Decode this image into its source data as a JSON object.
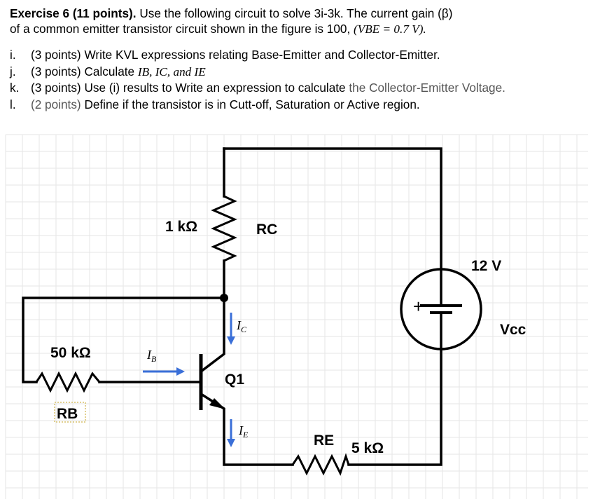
{
  "exercise": {
    "title_bold": "Exercise 6 (11 points).",
    "title_rest": "Use the following circuit to solve 3i-3k. The current gain (β)",
    "line2_text": "of a common emitter transistor circuit shown in the figure is 100,",
    "line2_math": "(VBE = 0.7 V)."
  },
  "questions": [
    {
      "marker": "i.",
      "points": "(3 points)",
      "text": "Write KVL expressions relating Base-Emitter and Collector-Emitter.",
      "math": ""
    },
    {
      "marker": "j.",
      "points": "(3 points)",
      "text": "Calculate",
      "math": "IB, IC, and IE"
    },
    {
      "marker": "k.",
      "points": "(3 points)",
      "text": "Use (i) results to Write an expression to calculate",
      "text2": "the Collector-Emitter Voltage.",
      "math": ""
    },
    {
      "marker": "l.",
      "points": "(2 points)",
      "text": "Define if the transistor is in Cutt-off, Saturation or Active region.",
      "math": ""
    }
  ],
  "circuit": {
    "rc_value": "1 kΩ",
    "rc_name": "RC",
    "rb_value": "50 kΩ",
    "rb_name": "RB",
    "re_name": "RE",
    "re_value": "5 kΩ",
    "vcc_value": "12 V",
    "vcc_name": "Vcc",
    "transistor_name": "Q1",
    "ib_main": "I",
    "ib_sub": "B",
    "ic_main": "I",
    "ic_sub": "C",
    "ie_main": "I",
    "ie_sub": "E",
    "plus_sign": "+",
    "wire_color": "#000000",
    "arrow_color": "#3a6fd8",
    "grid_color": "#e6e6e6"
  }
}
